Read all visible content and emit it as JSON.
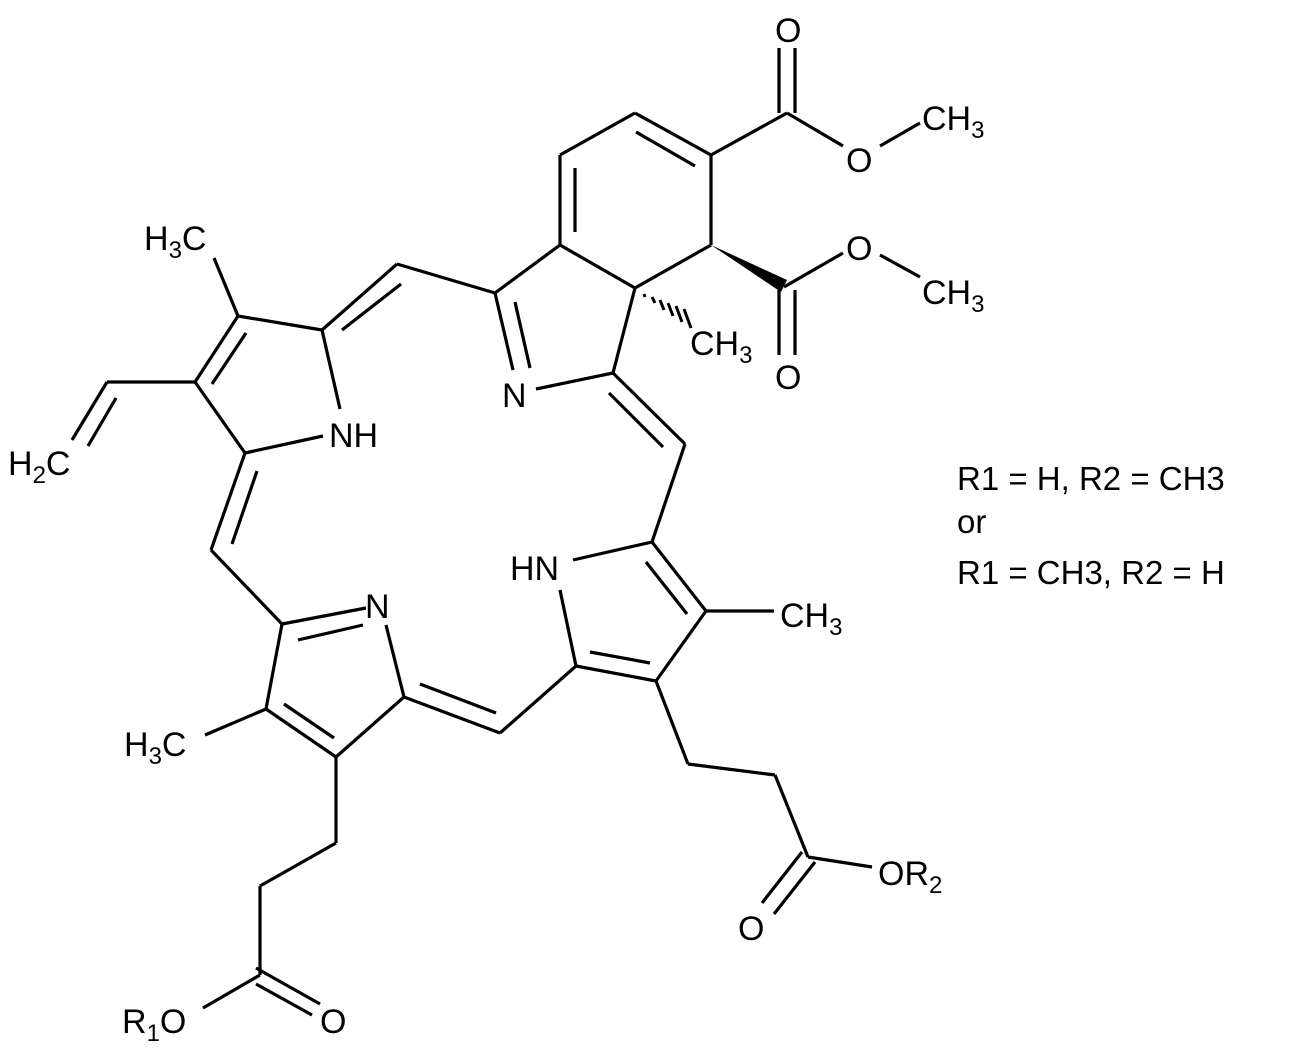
{
  "figure": {
    "type": "chemical-structure",
    "description": "Chlorin-type tetrapyrrole macrocycle with fused dimethyl-ester cyclohexadiene ring, vinyl, methyl and two propionate ester substituents"
  },
  "labels": {
    "methyl_ring_a": {
      "main": "H",
      "sub": "3",
      "tail": "C"
    },
    "vinyl_ch2": {
      "main": "H",
      "sub": "2",
      "tail": "C"
    },
    "nh_ring_a": "NH",
    "n_ring_b": "N",
    "hn_ring_d": "HN",
    "n_ring_c": "N",
    "methyl_ring_c": {
      "main": "H",
      "sub": "3",
      "tail": "C"
    },
    "methyl_ring_d": {
      "main": "CH",
      "sub": "3"
    },
    "methyl_quaternary": {
      "main": "CH",
      "sub": "3"
    },
    "ester_top_carbonyl_o": "O",
    "ester_top_o": "O",
    "ester_top_methyl": {
      "main": "CH",
      "sub": "3"
    },
    "ester_bottom_o": "O",
    "ester_bottom_methyl": {
      "main": "CH",
      "sub": "3"
    },
    "ester_bottom_carbonyl_o": "O",
    "propionate_right_carbonyl_o": "O",
    "propionate_right_or": {
      "main": "OR",
      "sub": "2"
    },
    "propionate_left_carbonyl_o": "O",
    "propionate_left_or": {
      "main": "R",
      "sub": "1",
      "tail": "O"
    }
  },
  "notes": {
    "line1": "R1 = H, R2 = CH3",
    "line2": "or",
    "line3": "R1 = CH3, R2 = H"
  }
}
